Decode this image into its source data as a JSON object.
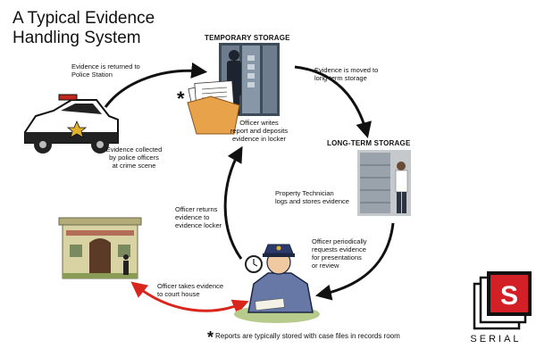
{
  "title_line1": "A Typical Evidence",
  "title_line2": "Handling System",
  "nodes": {
    "temporary_storage": {
      "heading": "TEMPORARY STORAGE",
      "caption": [
        "Officer writes",
        "report and deposits",
        "evidence in locker"
      ]
    },
    "long_term_storage": {
      "heading": "LONG-TERM STORAGE",
      "caption": [
        "Property Technician",
        "logs and stores evidence"
      ]
    },
    "crime_scene": {
      "caption": [
        "Evidence collected",
        "by police officers",
        "at crime scene"
      ]
    },
    "officer": {},
    "court_house": {}
  },
  "edges": {
    "returned_to_station": [
      "Evidence is returned to",
      "Police Station"
    ],
    "moved_to_long_term": [
      "Evidence is moved to",
      "long-term storage"
    ],
    "requests_evidence": [
      "Officer periodically",
      "requests evidence",
      "for presentations",
      "or review"
    ],
    "returns_evidence": [
      "Officer returns",
      "evidence to",
      "evidence locker"
    ],
    "to_court_house": [
      "Officer takes evidence",
      "to court house"
    ]
  },
  "footnote": {
    "symbol": "*",
    "text": "Reports are typically stored with case files in records room"
  },
  "brand": {
    "logo_letter": "S",
    "wordmark": "SERIAL"
  },
  "colors": {
    "arrow": "#111111",
    "court_arrow": "#d9261c",
    "logo_red": "#d32027"
  }
}
